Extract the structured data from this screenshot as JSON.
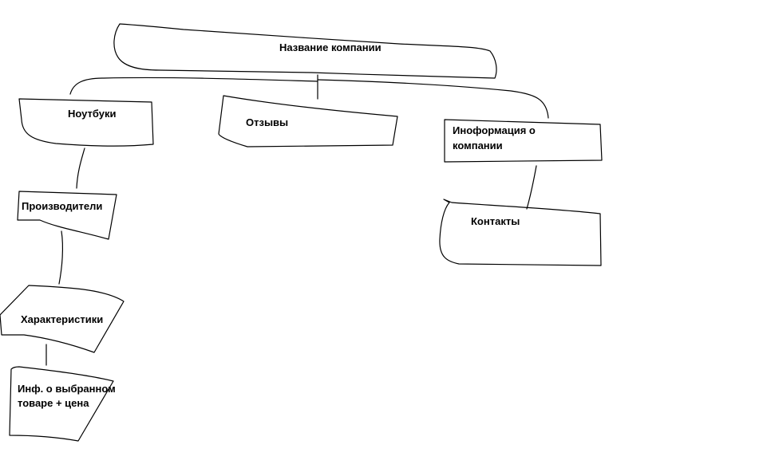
{
  "diagram": {
    "root": "Название компании",
    "nodes": {
      "laptops": "Ноутбуки",
      "reviews": "Отзывы",
      "company_info_line1": "Иноформация о",
      "company_info_line2": "компании",
      "manufacturers": "Производители",
      "characteristics": "Характеристики",
      "product_info_line1": "Инф. о выбранном",
      "product_info_line2": "товаре + цена",
      "contacts": "Контакты"
    },
    "edges": [
      [
        "Название компании",
        "Ноутбуки"
      ],
      [
        "Название компании",
        "Отзывы"
      ],
      [
        "Название компании",
        "Иноформация о компании"
      ],
      [
        "Ноутбуки",
        "Производители"
      ],
      [
        "Производители",
        "Характеристики"
      ],
      [
        "Характеристики",
        "Инф. о выбранном товаре + цена"
      ],
      [
        "Иноформация о компании",
        "Контакты"
      ]
    ]
  }
}
